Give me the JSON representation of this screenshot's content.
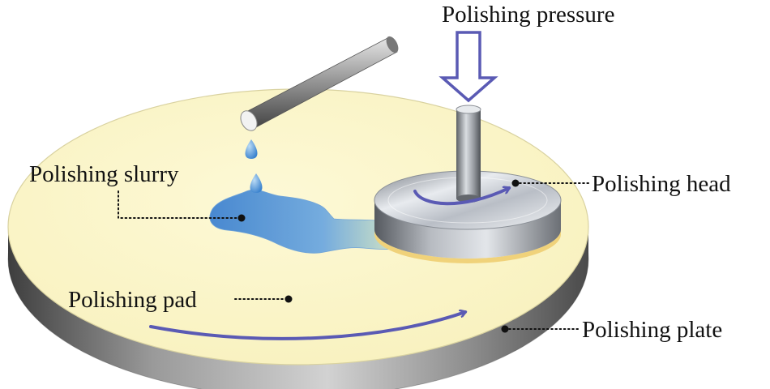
{
  "labels": {
    "pressure": "Polishing pressure",
    "slurry": "Polishing slurry",
    "head": "Polishing head",
    "pad": "Polishing pad",
    "plate": "Polishing plate"
  },
  "colors": {
    "pad": "#fbf6c6",
    "plate_edge": "#6f6f6f",
    "slurry": "#4a8fd6",
    "arrow": "#5a5ab4",
    "head_metal": "#c9ced6",
    "head_base": "#f0d27a"
  },
  "icons": {
    "pressure_arrow": "down-arrow-outline-icon",
    "plate_rotation": "curved-arrow-icon",
    "head_rotation": "curved-arrow-icon"
  }
}
